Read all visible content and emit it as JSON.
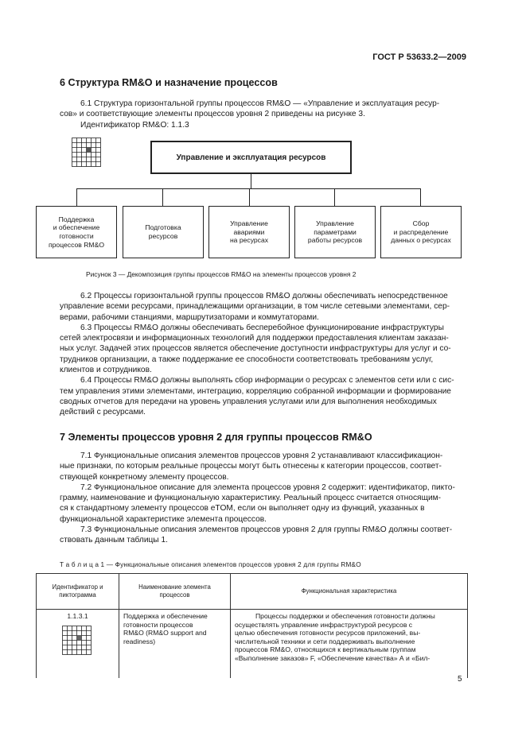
{
  "header": {
    "standard": "ГОСТ Р 53633.2—2009"
  },
  "section6": {
    "title": "6 Структура RM&O и назначение процессов",
    "p61_a": "6.1 Структура горизонтальной группы процессов RM&O — «Управление и эксплуатация ресур-",
    "p61_b": "сов» и соответствующие элементы процессов уровня 2 приведены на рисунке 3.",
    "identifier": "Идентификатор RM&O: 1.1.3"
  },
  "figure3": {
    "top_label": "Управление и эксплуатация ресурсов",
    "boxes": [
      [
        "Поддержка",
        "и обеспечение",
        "готовности",
        "процессов RM&O"
      ],
      [
        "Подготовка",
        "ресурсов"
      ],
      [
        "Управление",
        "авариями",
        "на ресурсах"
      ],
      [
        "Управление",
        "параметрами",
        "работы ресурсов"
      ],
      [
        "Сбор",
        "и распределение",
        "данных о ресурсах"
      ]
    ],
    "caption": "Рисунок 3 — Декомпозиция группы процессов RM&O на элементы процессов уровня 2"
  },
  "body_paragraphs": {
    "p62": [
      "6.2 Процессы горизонтальной группы процессов RM&O должны обеспечивать непосредственное",
      "управление всеми ресурсами, принадлежащими организации, в том числе сетевыми элементами, сер-",
      "верами, рабочими станциями, маршрутизаторами и коммутаторами."
    ],
    "p63": [
      "6.3 Процессы RM&O должны обеспечивать бесперебойное функционирование инфраструктуры",
      "сетей электросвязи и информационных технологий для поддержки предоставления клиентам заказан-",
      "ных услуг. Задачей этих процессов является обеспечение доступности инфраструктуры для услуг и со-",
      "трудников организации, а также поддержание ее способности соответствовать требованиям услуг,",
      "клиентов и сотрудников."
    ],
    "p64": [
      "6.4 Процессы RM&O должны выполнять сбор информации о ресурсах с элементов сети или с сис-",
      "тем управления этими элементами, интеграцию, корреляцию собранной информации и формирование",
      "сводных отчетов для передачи на уровень управления услугами или для выполнения необходимых",
      "действий с ресурсами."
    ]
  },
  "section7": {
    "title": "7 Элементы процессов уровня 2 для группы процессов RM&O",
    "p71": [
      "7.1 Функциональные описания элементов процессов уровня 2 устанавливают классификацион-",
      "ные признаки, по которым реальные процессы могут быть отнесены к категории процессов, соответ-",
      "ствующей конкретному элементу процессов."
    ],
    "p72": [
      "7.2 Функциональное описание для элемента процессов уровня 2 содержит: идентификатор, пикто-",
      "грамму, наименование и функциональную характеристику. Реальный процесс считается относящим-",
      "ся к стандартному элементу процессов eTOM, если он выполняет одну из функций, указанных в",
      "функциональной характеристике элемента процессов."
    ],
    "p73": [
      "7.3 Функциональные описания элементов процессов уровня 2 для группы RM&O должны соответ-",
      "ствовать данным таблицы 1."
    ]
  },
  "table1": {
    "caption": "Т а б л и ц а   1 — Функциональные описания элементов процессов уровня 2 для группы RM&O",
    "headers": [
      [
        "Идентификатор и",
        "пиктограмма"
      ],
      [
        "Наименование элемента",
        "процессов"
      ],
      [
        "Функциональная характеристика"
      ]
    ],
    "row1": {
      "id": "1.1.3.1",
      "name": [
        "Поддержка и обеспечение",
        "готовности процессов",
        "RM&O (RM&O support and",
        "readiness)"
      ],
      "desc": [
        "Процессы поддержки и обеспечения готовности должны",
        "осуществлять управление инфраструктурой ресурсов с",
        "целью обеспечения готовности ресурсов приложений, вы-",
        "числительной техники и сети поддерживать выполнение",
        "процессов RM&O, относящихся к вертикальным группам",
        "«Выполнение заказов» F, «Обеспечение качества» А и «Бил-"
      ]
    }
  },
  "footer": {
    "page": "5"
  }
}
